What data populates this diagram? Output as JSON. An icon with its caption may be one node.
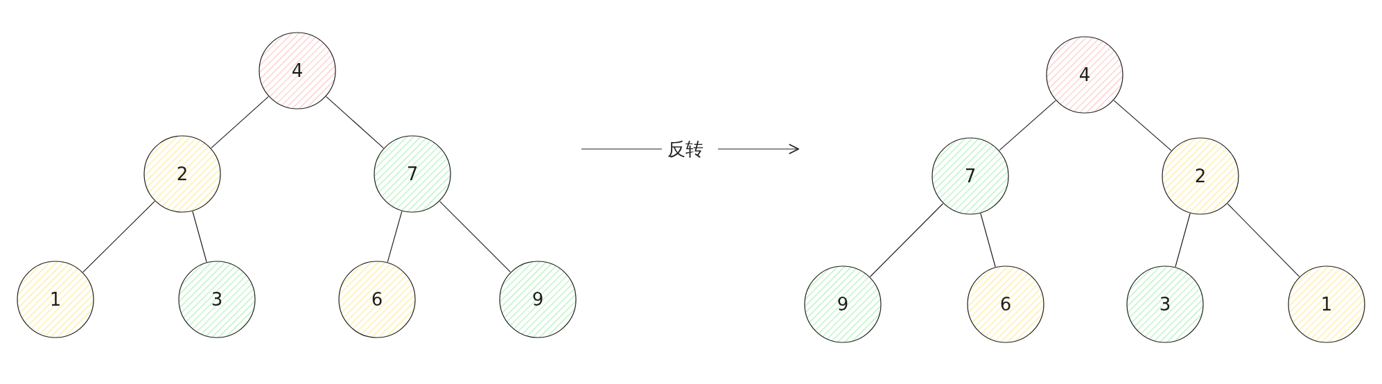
{
  "diagram": {
    "nodes": [
      {
        "text": [
          "4"
        ]
      },
      {
        "text": [
          "2"
        ]
      },
      {
        "text": [
          "7"
        ]
      },
      {
        "text": [
          "1"
        ]
      },
      {
        "text": [
          "3"
        ]
      },
      {
        "text": [
          "6"
        ]
      },
      {
        "text": [
          "9"
        ]
      },
      {
        "text": [
          "4"
        ]
      },
      {
        "text": [
          "7"
        ]
      },
      {
        "text": [
          "2"
        ]
      },
      {
        "text": [
          "9"
        ]
      },
      {
        "text": [
          "6"
        ]
      },
      {
        "text": [
          "3"
        ]
      },
      {
        "text": [
          "1"
        ]
      }
    ],
    "edges": [
      {
        "from": 0,
        "to": 1,
        "arrow": "none"
      },
      {
        "from": 0,
        "to": 2,
        "arrow": "none"
      },
      {
        "from": 1,
        "to": 3,
        "arrow": "none"
      },
      {
        "from": 1,
        "to": 4,
        "arrow": "none"
      },
      {
        "from": 2,
        "to": 5,
        "arrow": "none"
      },
      {
        "from": 2,
        "to": 6,
        "arrow": "none"
      },
      {
        "from": 7,
        "to": 8,
        "arrow": "none"
      },
      {
        "from": 7,
        "to": 9,
        "arrow": "none"
      },
      {
        "from": 8,
        "to": 10,
        "arrow": "none"
      },
      {
        "from": 8,
        "to": 11,
        "arrow": "none"
      },
      {
        "from": 9,
        "to": 12,
        "arrow": "none"
      },
      {
        "from": 9,
        "to": 13,
        "arrow": "none"
      }
    ],
    "labels": [
      "反转"
    ]
  }
}
